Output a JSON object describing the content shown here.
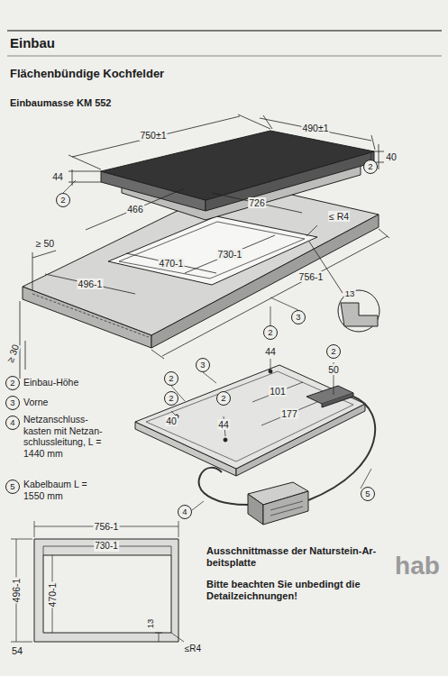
{
  "diagram": {
    "title": "Einbau",
    "nodes": [
      {
        "text": [
          "2"
        ]
      },
      {
        "text": [
          "2"
        ]
      },
      {
        "text": [
          "3"
        ]
      },
      {
        "text": [
          "2"
        ]
      },
      {
        "text": [
          "2"
        ]
      },
      {
        "text": [
          "3"
        ]
      },
      {
        "text": [
          "2"
        ]
      },
      {
        "text": [
          "2"
        ]
      },
      {
        "text": [
          "2"
        ]
      },
      {
        "text": [
          "2"
        ]
      },
      {
        "text": [
          "3"
        ]
      },
      {
        "text": [
          "4"
        ]
      },
      {
        "text": [
          "5"
        ]
      },
      {
        "text": [
          "5"
        ]
      },
      {
        "text": [
          "4"
        ]
      }
    ],
    "labels": [
      "Flächenbündige Kochfelder",
      "Einbaumasse KM 552",
      "750±1",
      "490±1",
      "40",
      "44",
      "466",
      "726",
      "≤ R4",
      "470-1",
      "730-1",
      "≥ 50",
      "496-1",
      "756-1",
      "13",
      "≥ 30",
      "44",
      "50",
      "40",
      "44",
      "101",
      "177",
      "756-1",
      "730-1",
      "496-1",
      "470-1",
      "13",
      "≤R4",
      "Ausschnittmasse der Naturstein-Ar- beitsplatte",
      "Bitte beachten Sie unbedingt die Detailzeichnungen!",
      "hab",
      "54"
    ],
    "legend": [
      {
        "text": "Einbau-Höhe"
      },
      {
        "text": "Vorne"
      },
      {
        "text": "Netzanschluss- kasten mit Netzan- schlussleitung, L = 1440 mm"
      },
      {
        "text": "Kabelbaum L = 1550 mm"
      }
    ]
  }
}
